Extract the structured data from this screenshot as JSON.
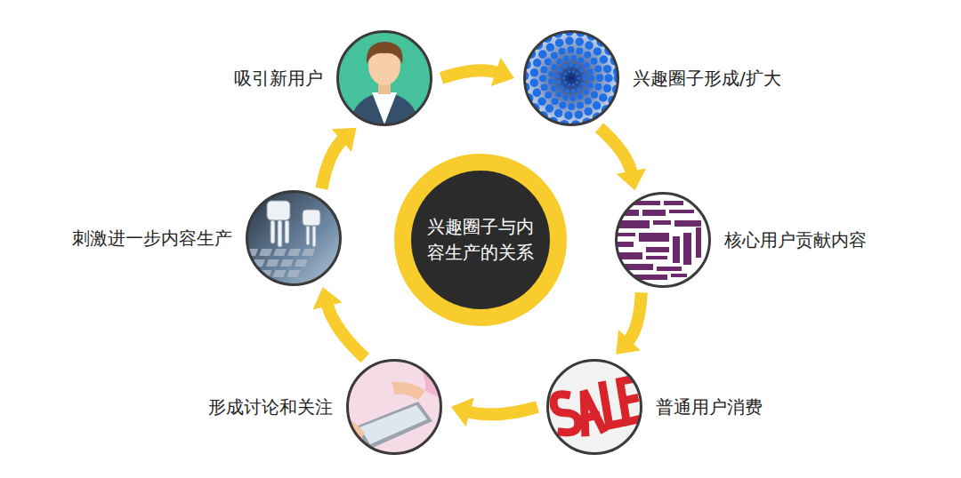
{
  "diagram": {
    "nodes": [
      {
        "text": [
          "吸引新用户"
        ]
      },
      {
        "text": [
          "兴趣圈子形成/扩大"
        ]
      },
      {
        "text": [
          "核心用户贡献内容"
        ]
      },
      {
        "text": [
          "普通用户消费"
        ]
      },
      {
        "text": [
          "形成讨论和关注"
        ]
      },
      {
        "text": [
          "刺激进一步内容生产"
        ]
      },
      {
        "text": [
          "兴趣圈子与内容生产的关系"
        ]
      }
    ],
    "edges": [
      {
        "from": 0,
        "to": 1,
        "arrow": "to"
      },
      {
        "from": 1,
        "to": 2,
        "arrow": "to"
      },
      {
        "from": 2,
        "to": 3,
        "arrow": "to"
      },
      {
        "from": 3,
        "to": 4,
        "arrow": "to"
      },
      {
        "from": 4,
        "to": 5,
        "arrow": "to"
      },
      {
        "from": 5,
        "to": 0,
        "arrow": "to"
      }
    ]
  }
}
